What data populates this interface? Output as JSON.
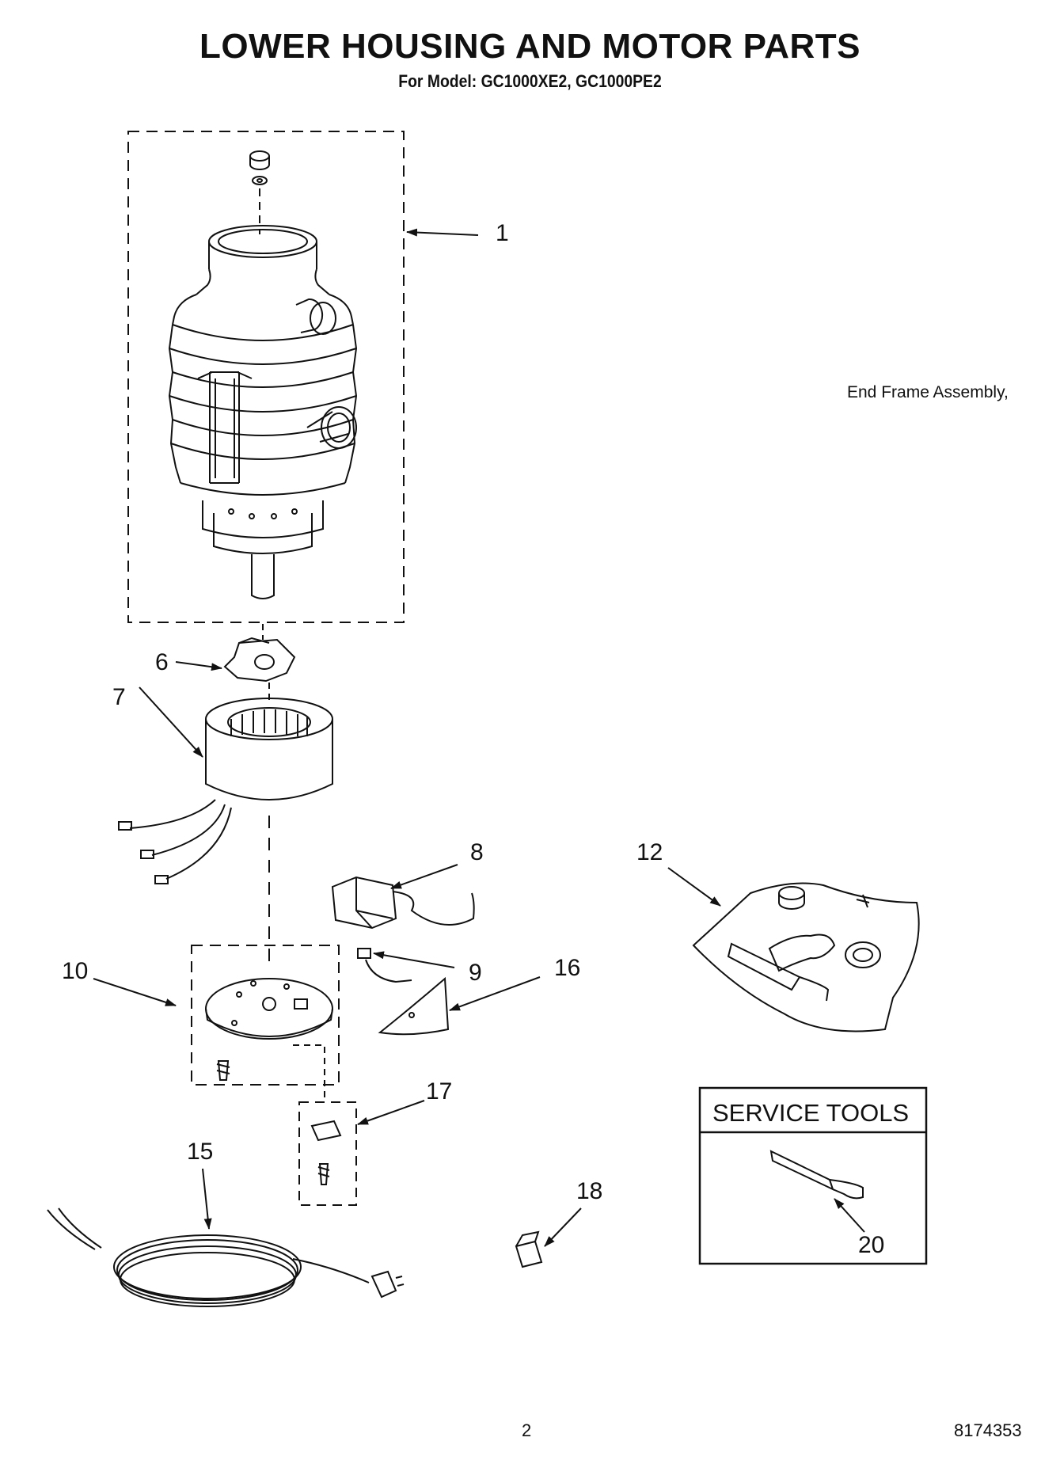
{
  "header": {
    "title": "LOWER HOUSING AND MOTOR PARTS",
    "subtitle": "For Model: GC1000XE2, GC1000PE2"
  },
  "note": "End Frame Assembly,",
  "callouts": {
    "c1": "1",
    "c6": "6",
    "c7": "7",
    "c8": "8",
    "c9": "9",
    "c10": "10",
    "c12": "12",
    "c15": "15",
    "c16": "16",
    "c17": "17",
    "c18": "18",
    "c20": "20"
  },
  "service_tools": {
    "title": "SERVICE TOOLS"
  },
  "footer": {
    "page": "2",
    "doc_number": "8174353"
  }
}
